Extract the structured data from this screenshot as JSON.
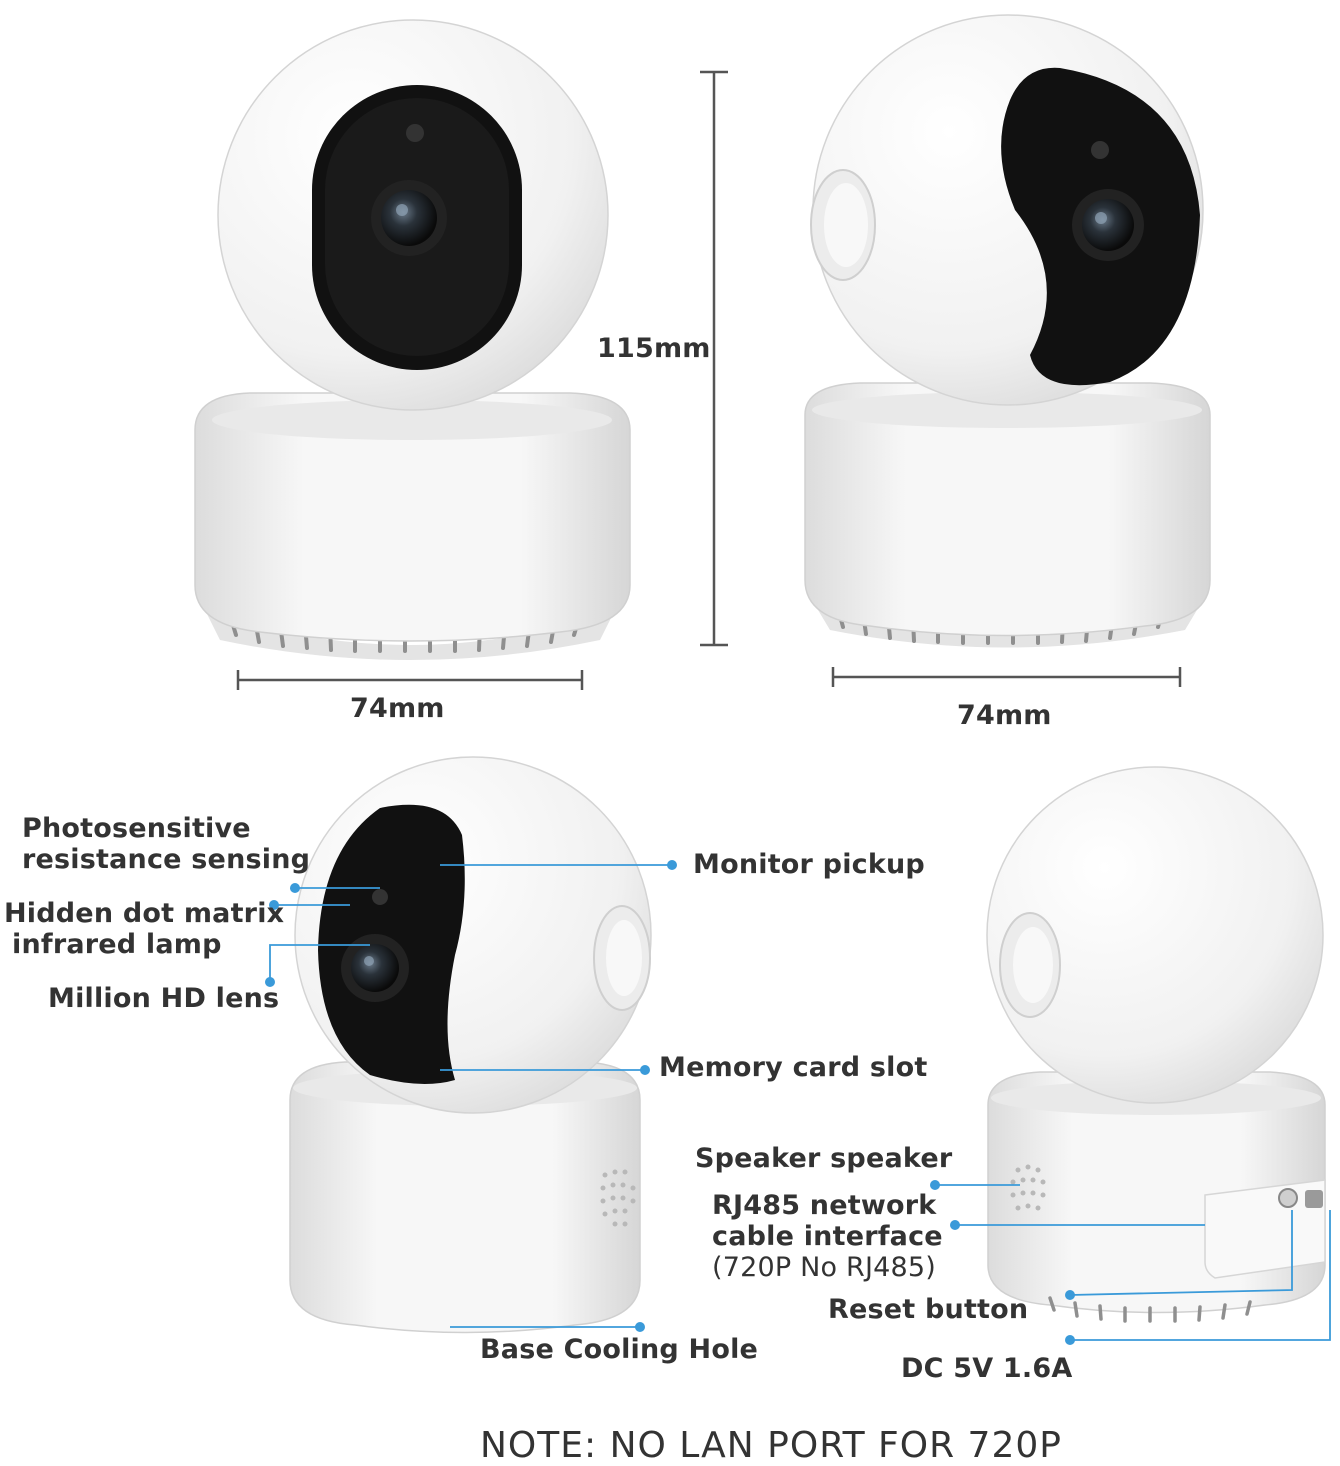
{
  "dimensions": {
    "height": "115mm",
    "width_front": "74mm",
    "width_side": "74mm"
  },
  "callouts": {
    "photosensitive_line1": "Photosensitive",
    "photosensitive_line2": "resistance sensing",
    "infrared_line1": "Hidden dot matrix",
    "infrared_line2": "infrared lamp",
    "lens": "Million HD lens",
    "monitor_pickup": "Monitor pickup",
    "memory_card_slot": "Memory card slot",
    "base_cooling_hole": "Base Cooling Hole",
    "speaker": "Speaker speaker",
    "rj485_line1": "RJ485 network",
    "rj485_line2": "cable interface",
    "rj485_line3": "(720P  No RJ485)",
    "reset_button": "Reset button",
    "dc_power": "DC 5V 1.6A"
  },
  "note": "NOTE:  NO LAN PORT FOR 720P",
  "colors": {
    "accent": "#3a9ad9",
    "camera_body": "#f4f4f4",
    "lens_panel": "#111111",
    "text": "#333333",
    "dimension_line": "#555555"
  }
}
